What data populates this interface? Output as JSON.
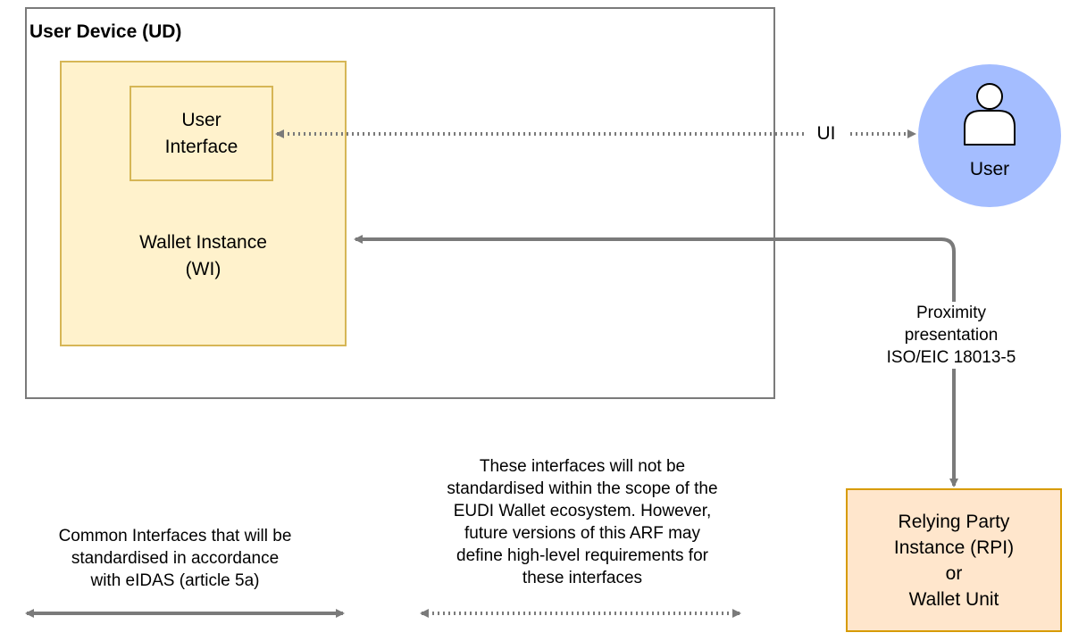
{
  "user_device": {
    "title": "User Device (UD)"
  },
  "user_interface": {
    "label": "User\nInterface"
  },
  "wallet_instance": {
    "label": "Wallet Instance\n(WI)"
  },
  "user": {
    "label": "User",
    "icon": "user-icon",
    "color": "#a4bdff"
  },
  "edges": {
    "ui": {
      "label": "UI"
    },
    "proximity": {
      "label": "Proximity\npresentation\nISO/EIC 18013-5"
    }
  },
  "relying_party": {
    "label": "Relying Party\nInstance (RPI)\nor\nWallet Unit"
  },
  "legend": {
    "common": {
      "text": "Common Interfaces that will be\nstandardised in accordance\nwith eIDAS (article 5a)"
    },
    "other": {
      "text": "These interfaces will not be\nstandardised within the scope of the\nEUDI Wallet ecosystem. However,\nfuture versions of this ARF may\ndefine high-level requirements for\nthese interfaces"
    }
  },
  "colors": {
    "wallet_fill": "#fff2cc",
    "wallet_border": "#d6b656",
    "rpi_fill": "#ffe6cc",
    "rpi_border": "#d79b00",
    "edge": "#7a7a7a",
    "frame": "#7a7a7a"
  }
}
